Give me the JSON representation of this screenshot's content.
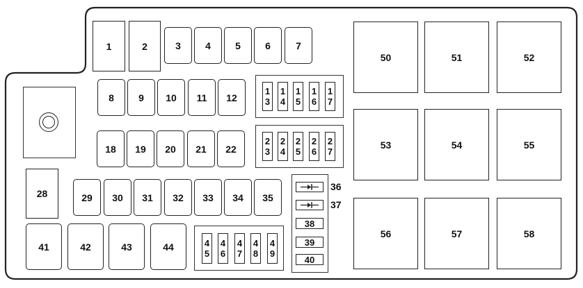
{
  "title": "Fuse box diagram",
  "labels": {
    "f1": "1",
    "f2": "2",
    "f3": "3",
    "f4": "4",
    "f5": "5",
    "f6": "6",
    "f7": "7",
    "f8": "8",
    "f9": "9",
    "f10": "10",
    "f11": "11",
    "f12": "12",
    "f13": "13",
    "f14": "14",
    "f15": "15",
    "f16": "16",
    "f17": "17",
    "f18": "18",
    "f19": "19",
    "f20": "20",
    "f21": "21",
    "f22": "22",
    "f23": "23",
    "f24": "24",
    "f25": "25",
    "f26": "26",
    "f27": "27",
    "f28": "28",
    "f29": "29",
    "f30": "30",
    "f31": "31",
    "f32": "32",
    "f33": "33",
    "f34": "34",
    "f35": "35",
    "f36": "36",
    "f37": "37",
    "f38": "38",
    "f39": "39",
    "f40": "40",
    "f41": "41",
    "f42": "42",
    "f43": "43",
    "f44": "44",
    "f45": "45",
    "f46": "46",
    "f47": "47",
    "f48": "48",
    "f49": "49",
    "f50": "50",
    "f51": "51",
    "f52": "52",
    "f53": "53",
    "f54": "54",
    "f55": "55",
    "f56": "56",
    "f57": "57",
    "f58": "58"
  },
  "icons": {
    "diode": "diode-icon",
    "mount": "mounting-bolt-icon"
  }
}
